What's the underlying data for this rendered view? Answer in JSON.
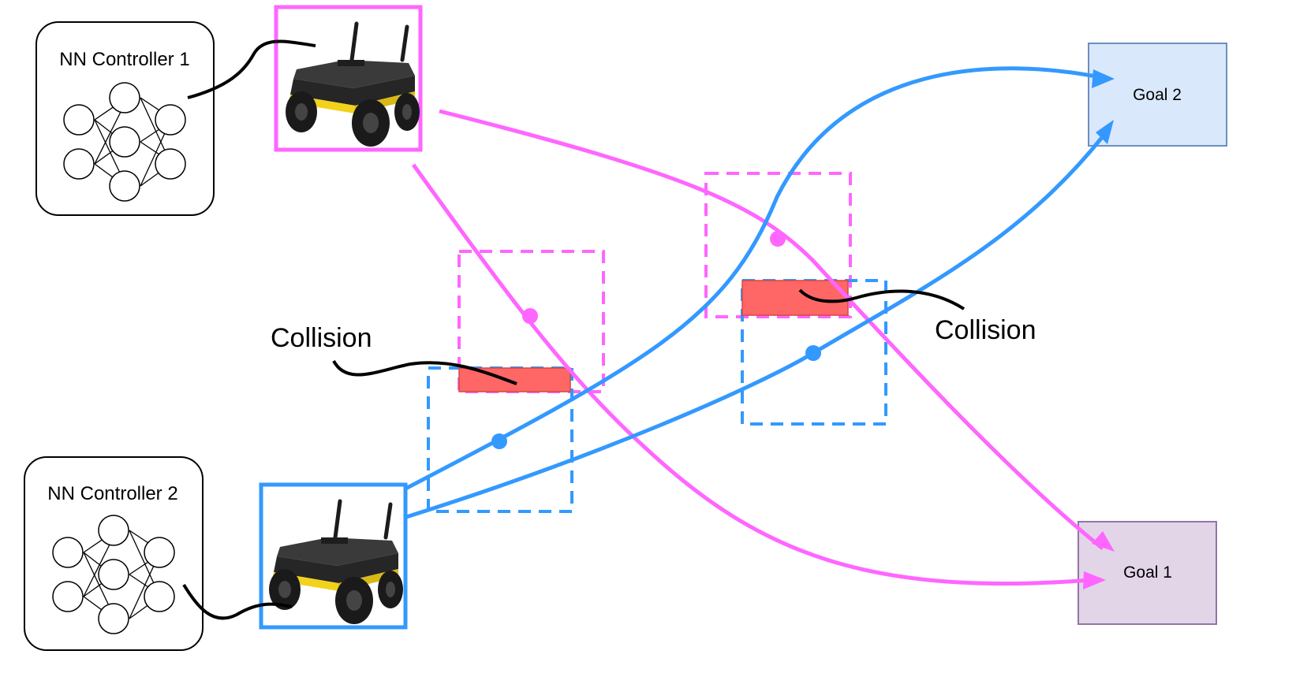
{
  "controllers": [
    {
      "label": "NN Controller 1"
    },
    {
      "label": "NN Controller 2"
    }
  ],
  "goals": [
    {
      "label": "Goal 2",
      "fill": "#dae8fc",
      "stroke": "#6c8ebf"
    },
    {
      "label": "Goal 1",
      "fill": "#e1d5e7",
      "stroke": "#9673a6"
    }
  ],
  "collisions": [
    {
      "label": "Collision"
    },
    {
      "label": "Collision"
    }
  ],
  "colors": {
    "agent1": "#ff66ff",
    "agent2": "#3399ff",
    "collision_fill": "#ff6666",
    "robot_body": "#2a2a2a",
    "robot_trim": "#f2d21b"
  }
}
